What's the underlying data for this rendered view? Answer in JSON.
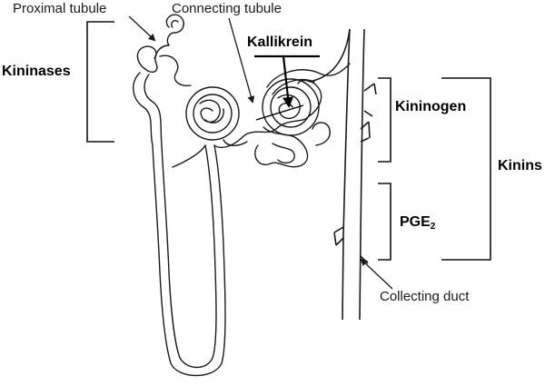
{
  "labels": {
    "proximal_tubule": "Proximal tubule",
    "connecting_tubule": "Connecting tubule",
    "kallikrein": "Kallikrein",
    "kininases": "Kininases",
    "kininogen": "Kininogen",
    "kinins": "Kinins",
    "pge_base": "PGE",
    "pge_subscript": "2",
    "collecting_duct": "Collecting duct"
  },
  "colors": {
    "ink": "#1a1a1a",
    "background": "#ffffff"
  }
}
